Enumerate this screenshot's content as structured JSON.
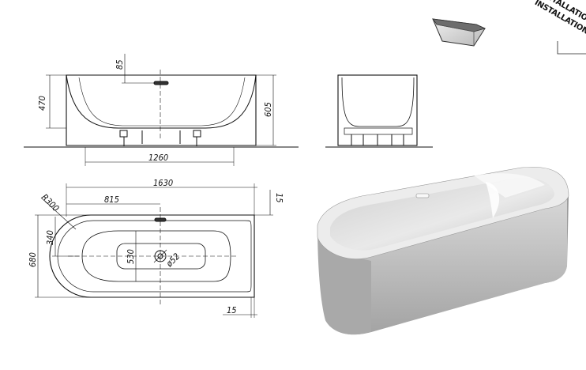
{
  "corner_labels": [
    "STALLATION",
    "INSTALLATION"
  ],
  "dimensions": {
    "side_height_inner": "470",
    "overflow_drop": "85",
    "total_height": "605",
    "base_length": "1260",
    "total_length": "1630",
    "drain_offset": "815",
    "corner_radius": "R300",
    "inner_half_width": "340",
    "total_width": "680",
    "inner_width": "530",
    "drain_diameter": "ø52",
    "rim_top": "15",
    "rim_side": "15"
  },
  "icons": {
    "thumbnail": "bathtub-thumbnail-icon",
    "render": "bathtub-3d-render"
  }
}
